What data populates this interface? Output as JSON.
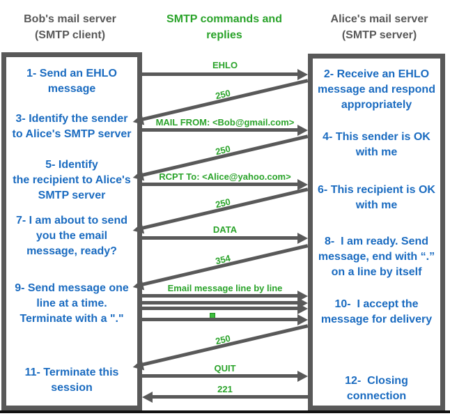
{
  "palette": {
    "box_border_gray": "#595959",
    "arrow_gray": "#595959",
    "step_text_blue": "#1a6bc0",
    "label_green": "#2aa32a",
    "bottom_bar_black": "#111111"
  },
  "headers": {
    "client": "Bob's mail server\n(SMTP client)",
    "legend": "SMTP commands and\nreplies",
    "server": "Alice's mail server\n(SMTP server)"
  },
  "client_steps": [
    "1- Send an EHLO\nmessage",
    "3- Identify the sender\nto Alice's SMTP server",
    "5- Identify\nthe recipient to Alice's\nSMTP server",
    "7- I am about to send\nyou the email\nmessage, ready?",
    "9- Send message one\nline at a time.\nTerminate with a \".\"",
    "11- Terminate this\nsession"
  ],
  "server_steps": [
    "2- Receive an EHLO\nmessage and respond\nappropriately",
    "4- This sender is OK\nwith me",
    "6- This recipient is OK\nwith me",
    "8-  I am ready. Send\nmessage, end with “.”\non a line by itself",
    "10-  I accept the\nmessage for delivery",
    "12-  Closing\nconnection"
  ],
  "messages": [
    {
      "label": "EHLO",
      "direction": "client-to-server",
      "type": "command"
    },
    {
      "label": "250",
      "direction": "server-to-client",
      "type": "reply"
    },
    {
      "label": "MAIL FROM: <Bob@gmail.com>",
      "direction": "client-to-server",
      "type": "command"
    },
    {
      "label": "250",
      "direction": "server-to-client",
      "type": "reply"
    },
    {
      "label": "RCPT To: <Alice@yahoo.com>",
      "direction": "client-to-server",
      "type": "command"
    },
    {
      "label": "250",
      "direction": "server-to-client",
      "type": "reply"
    },
    {
      "label": "DATA",
      "direction": "client-to-server",
      "type": "command"
    },
    {
      "label": "354",
      "direction": "server-to-client",
      "type": "reply"
    },
    {
      "label": "Email message line by line",
      "direction": "client-to-server",
      "type": "command"
    },
    {
      "label": "250",
      "direction": "server-to-client",
      "type": "reply"
    },
    {
      "label": "QUIT",
      "direction": "client-to-server",
      "type": "command"
    },
    {
      "label": "221",
      "direction": "server-to-client",
      "type": "reply"
    }
  ]
}
